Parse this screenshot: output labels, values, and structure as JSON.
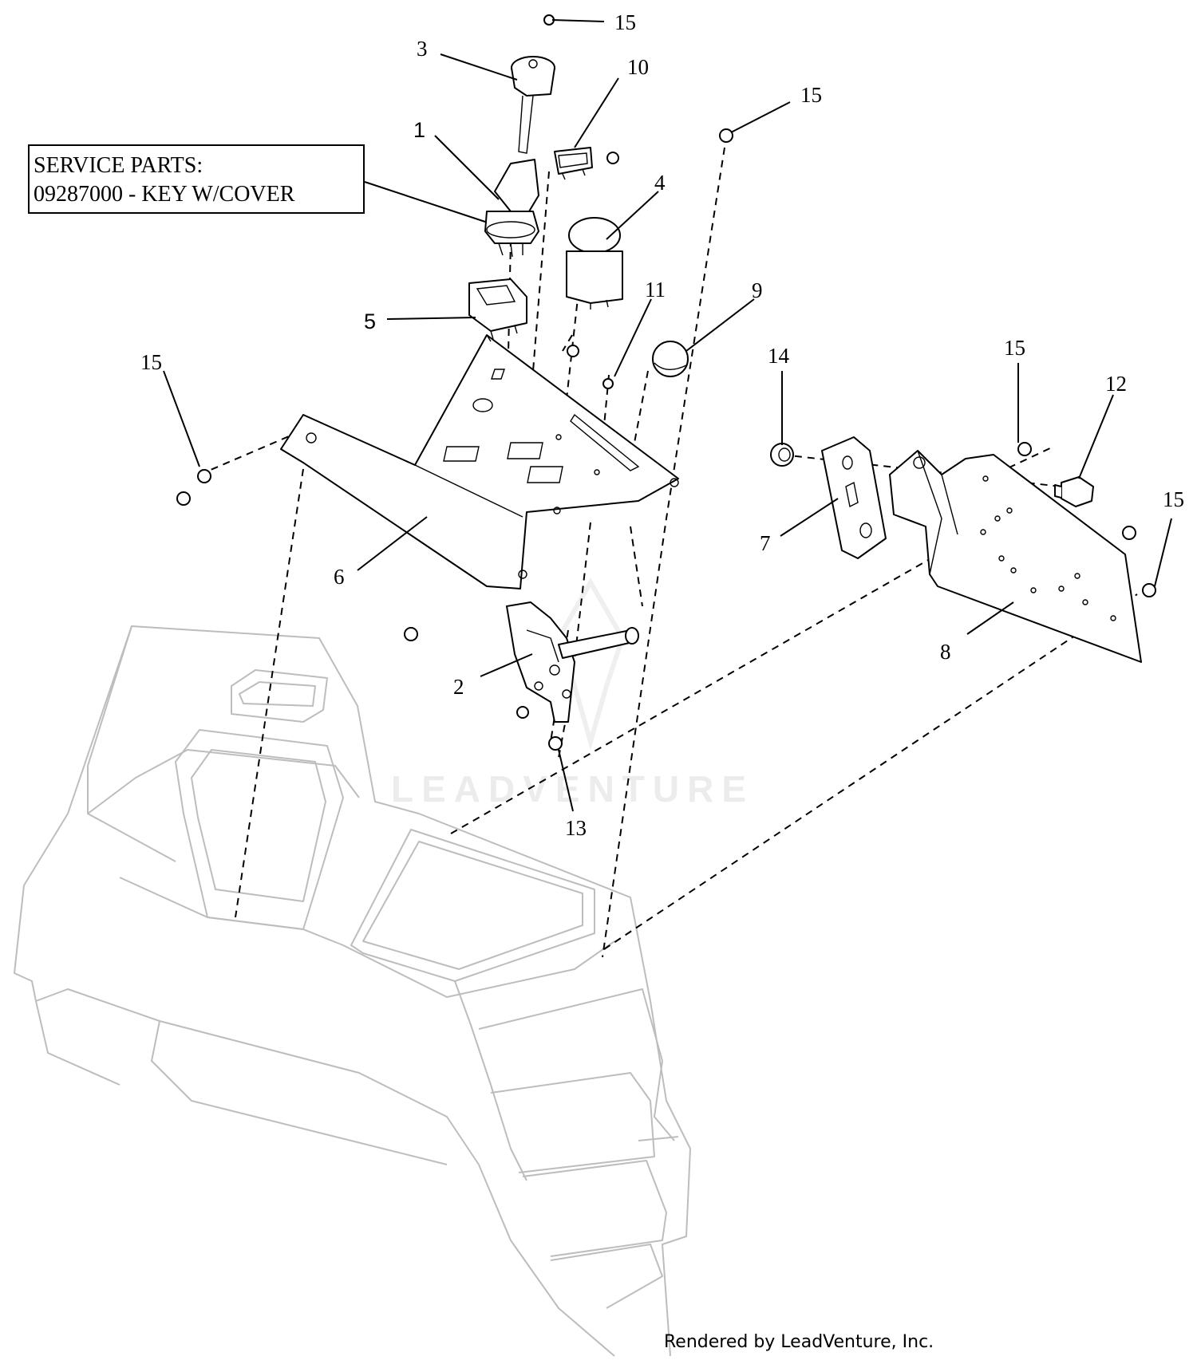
{
  "service_parts": {
    "line1": "SERVICE PARTS:",
    "line2": "09287000 - KEY W/COVER"
  },
  "callouts": {
    "c1": "1",
    "c2": "2",
    "c3": "3",
    "c4": "4",
    "c5": "5",
    "c6": "6",
    "c7": "7",
    "c8": "8",
    "c9": "9",
    "c10": "10",
    "c11": "11",
    "c12": "12",
    "c13": "13",
    "c14": "14",
    "c15": "15"
  },
  "watermark": "LEADVENTURE",
  "footer": "Rendered by LeadVenture, Inc."
}
